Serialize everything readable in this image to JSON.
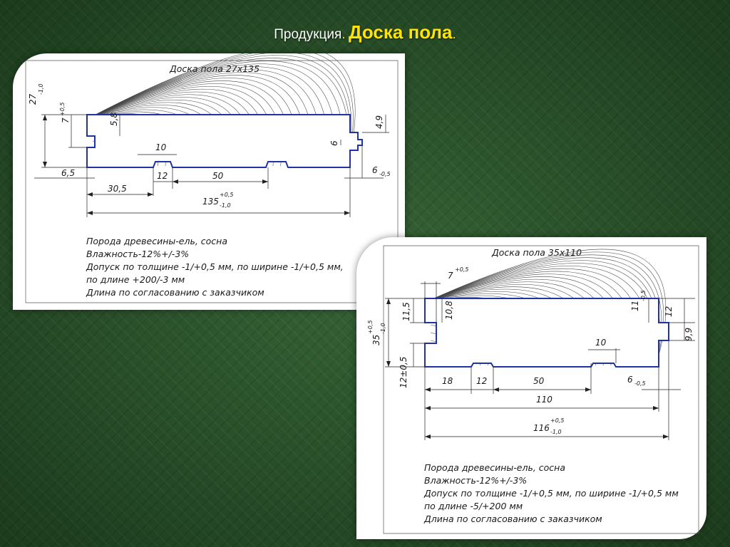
{
  "title": {
    "main": "Продукция",
    "separator": ".",
    "product": "Доска пола",
    "end": "."
  },
  "panels": [
    {
      "heading": "Доска пола 27х135",
      "dims": {
        "thickness": "27",
        "thickness_tol": "-1,0",
        "tongue_thk": "7",
        "tongue_thk_tol": "+0,5",
        "groove_depth": "5,8",
        "tongue_h": "4,9",
        "tongue_len": "6",
        "groove_slot": "10",
        "left_edge": "6,5",
        "right_edge": "6",
        "right_edge_tol": "-0,5",
        "notch_w": "12",
        "notch_gap": "50",
        "left_offset": "30,5",
        "width": "135",
        "width_tol_up": "+0,5",
        "width_tol_down": "-1,0"
      },
      "notes": [
        "Порода древесины-ель, сосна",
        "Влажность-12%+/-3%",
        "Допуск по толщине -1/+0,5 мм, по ширине -1/+0,5 мм,",
        "по длине +200/-3 мм",
        "Длина по согласованию с заказчиком"
      ]
    },
    {
      "heading": "Доска пола 35х110",
      "dims": {
        "tongue_thk": "7",
        "tongue_thk_tol": "+0,5",
        "upper_h": "11,5",
        "groove_depth": "10,8",
        "right_upper": "11",
        "right_upper_tol": "-0,5",
        "right_top": "12",
        "tongue_h": "9,9",
        "thickness": "35",
        "thickness_tol_up": "+0,5",
        "thickness_tol_down": "-1,0",
        "lower_h": "12±0,5",
        "groove_slot": "10",
        "left_offset": "18",
        "notch_w": "12",
        "notch_gap": "50",
        "right_edge": "6",
        "right_edge_tol": "-0,5",
        "face_width": "110",
        "width": "116",
        "width_tol_up": "+0,5",
        "width_tol_down": "-1,0"
      },
      "notes": [
        "Порода древесины-ель, сосна",
        "Влажность-12%+/-3%",
        "Допуск по толщине -1/+0,5 мм, по ширине -1/+0,5 мм",
        "по длине -5/+200 мм",
        "Длина по согласованию с заказчиком"
      ]
    }
  ],
  "colors": {
    "outline": "#1f33a6",
    "accent": "#ffe400",
    "background": "#2a5a2a"
  }
}
